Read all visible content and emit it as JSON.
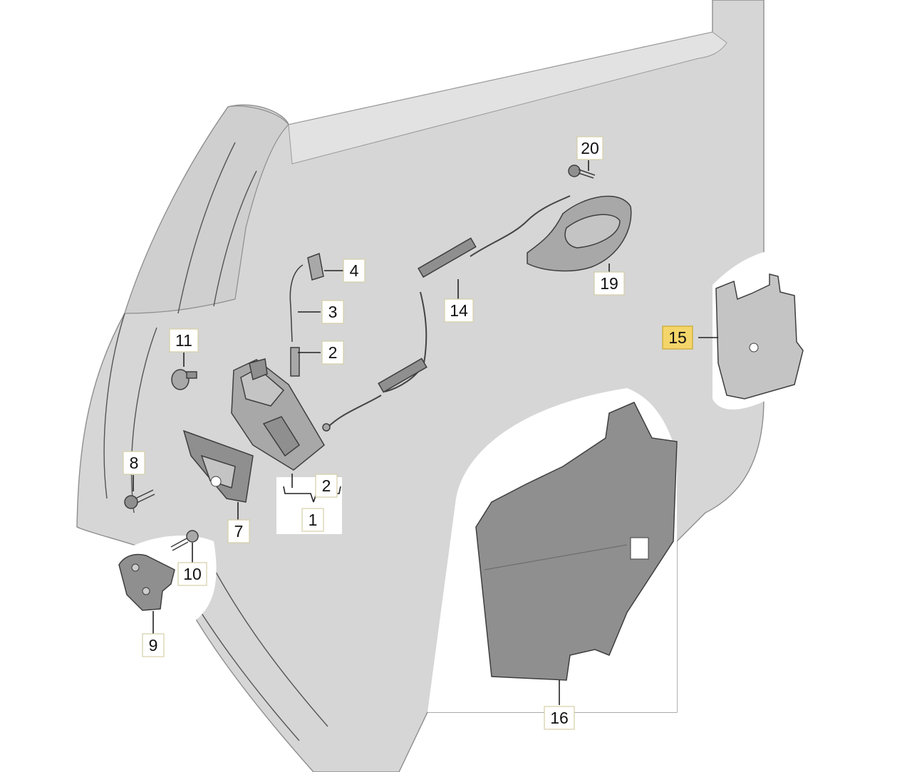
{
  "diagram": {
    "callouts": {
      "c20": "20",
      "c4": "4",
      "c3": "3",
      "c2a": "2",
      "c11": "11",
      "c14": "14",
      "c19": "19",
      "c15": "15",
      "c8": "8",
      "c7": "7",
      "c2b": "2",
      "c1": "1",
      "c10": "10",
      "c9": "9",
      "c16": "16"
    },
    "colors": {
      "door_panel": "#d6d6d6",
      "door_edge": "#c8c8c8",
      "part_fill": "#9a9a9a",
      "highlight": "#f3d56a",
      "label_border": "#d4cfa6"
    }
  }
}
